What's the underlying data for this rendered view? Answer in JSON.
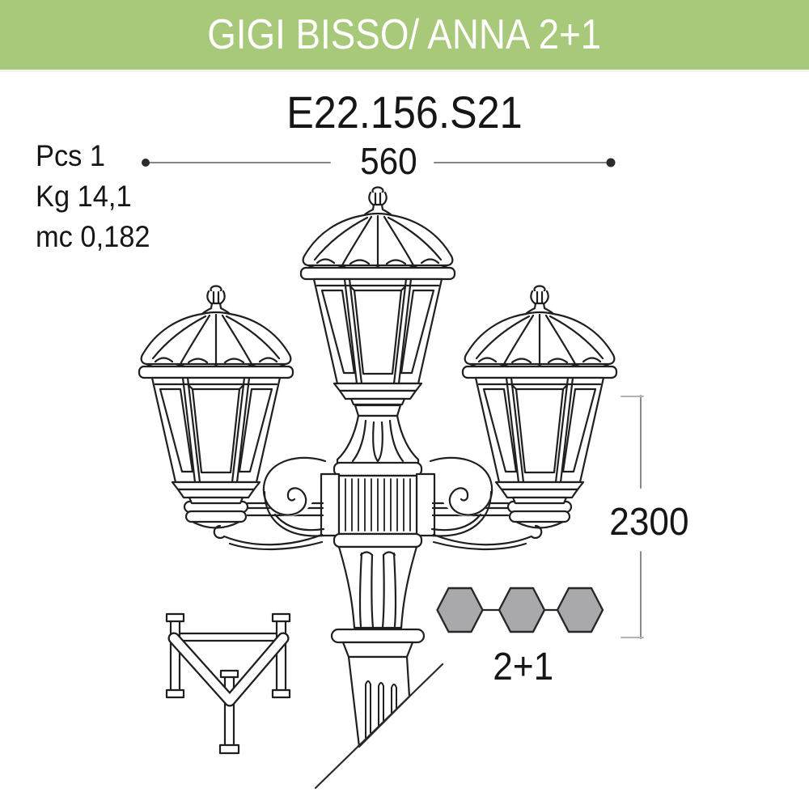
{
  "header": {
    "title": "GIGI BISSO/ ANNA 2+1"
  },
  "product": {
    "code": "E22.156.S21"
  },
  "specs": {
    "lines": [
      "Pcs 1",
      "Kg 14,1",
      "mc 0,182"
    ]
  },
  "dimensions": {
    "width": "560",
    "height": "2300"
  },
  "configuration": {
    "label": "2+1",
    "lantern_count": 3
  },
  "colors": {
    "header_bg": "#a8c87a",
    "header_text": "#ffffff",
    "line": "#1f1f1f",
    "dimension": "#858585",
    "hexagon_fill": "#a9a9ab",
    "text": "#161616"
  }
}
